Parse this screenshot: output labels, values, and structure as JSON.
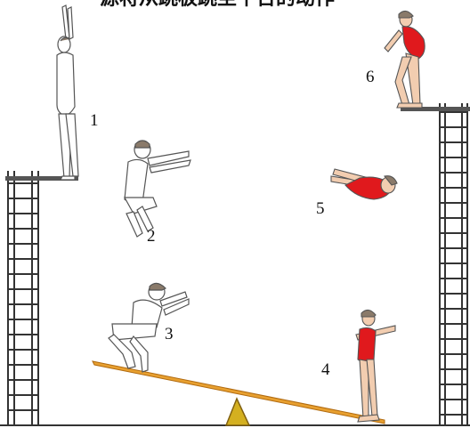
{
  "figure": {
    "top_caption": "源将从跳板跳至平台的动作",
    "stage_labels": [
      "1",
      "2",
      "3",
      "4",
      "5",
      "6"
    ]
  },
  "colors": {
    "background": "#ffffff",
    "boy_figure": "#ffffff",
    "girl_leotard": "#e0191d",
    "skin": "#f2cdb0",
    "hair": "#8a7a6a",
    "seesaw_board": "#e8a030",
    "fulcrum": "#c8a020",
    "ladder": "#333333",
    "ground": "#333333"
  }
}
